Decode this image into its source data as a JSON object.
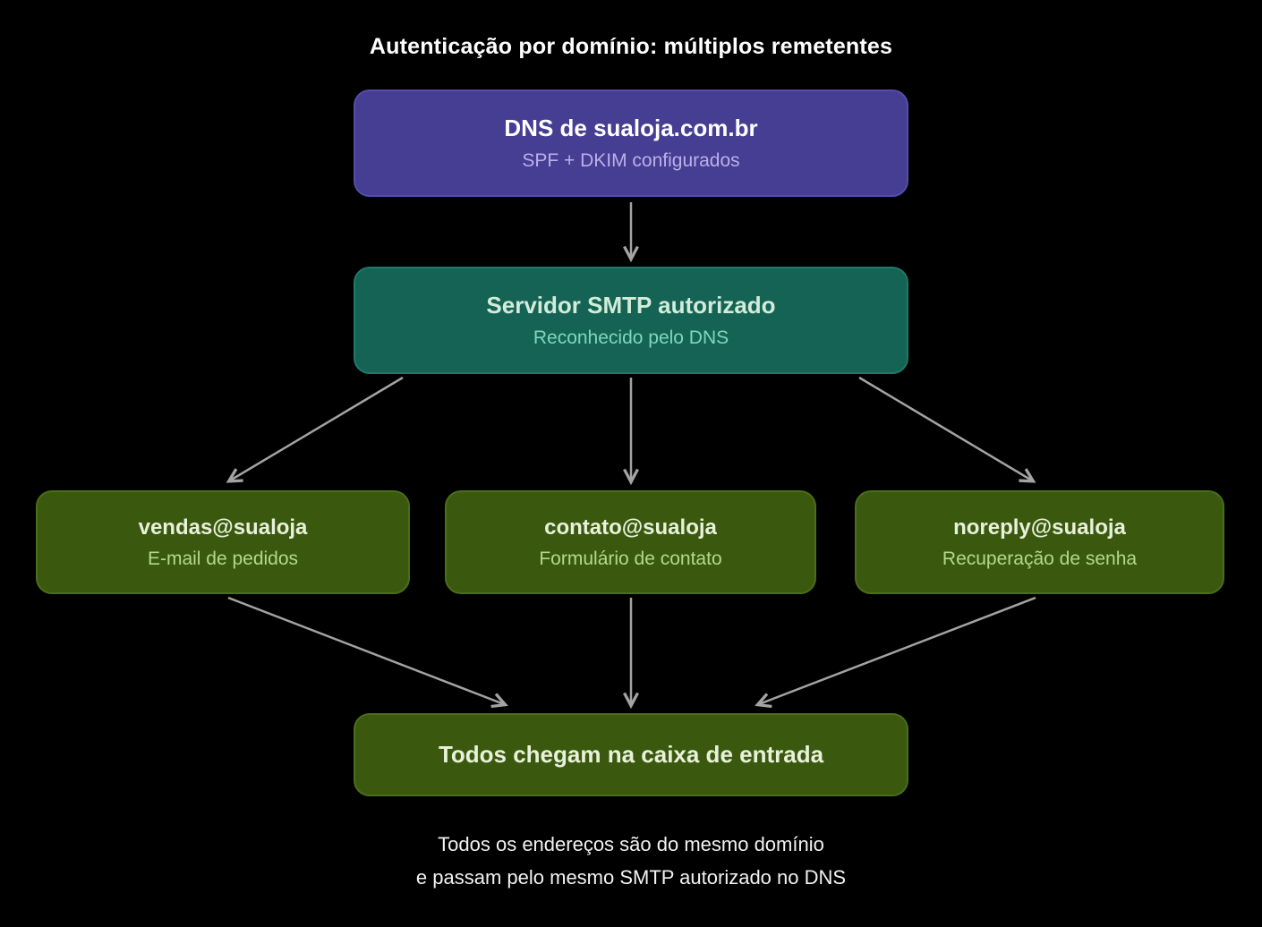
{
  "title": "Autenticação por domínio: múltiplos remetentes",
  "nodes": {
    "dns": {
      "title": "DNS de sualoja.com.br",
      "subtitle": "SPF + DKIM configurados"
    },
    "smtp": {
      "title": "Servidor SMTP autorizado",
      "subtitle": "Reconhecido pelo DNS"
    },
    "senders": [
      {
        "title": "vendas@sualoja",
        "subtitle": "E-mail de pedidos"
      },
      {
        "title": "contato@sualoja",
        "subtitle": "Formulário de contato"
      },
      {
        "title": "noreply@sualoja",
        "subtitle": "Recuperação de senha"
      }
    ],
    "inbox": {
      "title": "Todos chegam na caixa de entrada"
    }
  },
  "footer": {
    "line1": "Todos os endereços são do mesmo domínio",
    "line2": "e passam pelo mesmo SMTP autorizado no DNS"
  },
  "colors": {
    "background": "#000000",
    "title_text": "#ffffff",
    "dns_box": "#453e92",
    "dns_subtitle_text": "#b9b1ea",
    "smtp_box": "#156355",
    "smtp_title_text": "#d2ecd9",
    "smtp_subtitle_text": "#7fd6bd",
    "sender_box": "#3a590f",
    "sender_title_text": "#e9f1da",
    "sender_subtitle_text": "#b4d88b",
    "inbox_box": "#3a590f",
    "arrow": "#a3a3a3",
    "footer_text": "#f2f2f2"
  }
}
